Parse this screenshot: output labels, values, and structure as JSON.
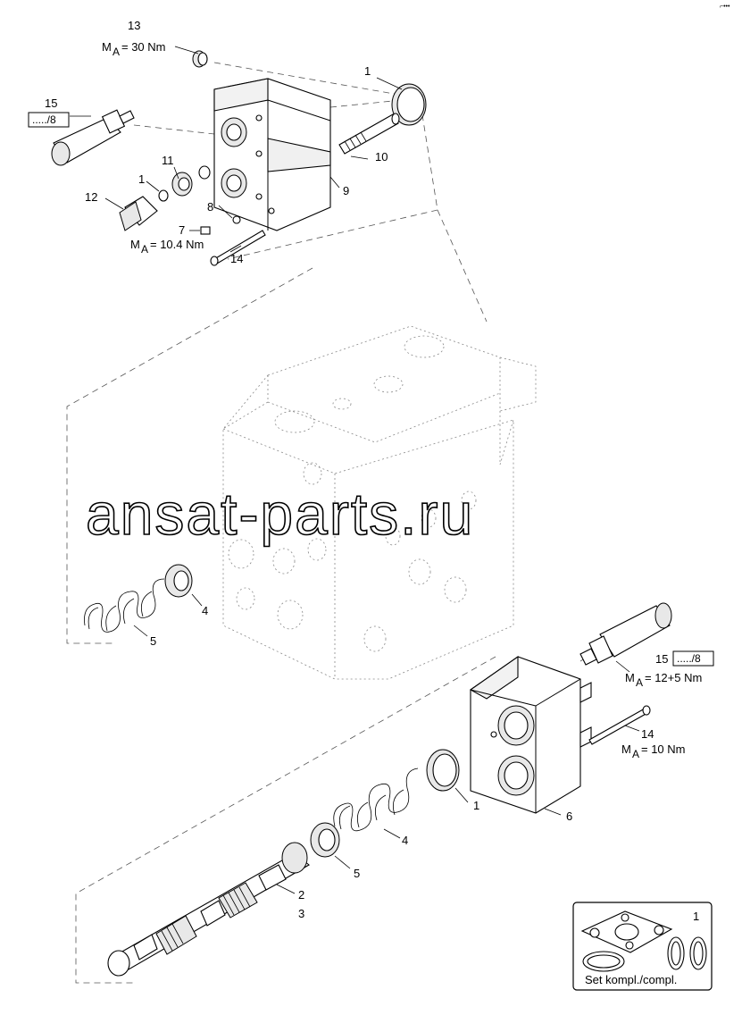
{
  "watermark": "ansat-parts.ru",
  "corner_mark": "⌐•••",
  "labels": {
    "top": {
      "n13": "13",
      "torque13_pre": "M",
      "torque13_sub": "A",
      "torque13_val": "= 30 Nm",
      "n15": "15",
      "ref15": "...../8",
      "n1": "1",
      "n11": "11",
      "n1b": "1",
      "n12": "12",
      "n8": "8",
      "n7": "7",
      "torque7_pre": "M",
      "torque7_sub": "A",
      "torque7_val": "= 10.4 Nm",
      "n14": "14",
      "n10": "10",
      "n9": "9"
    },
    "middle": {
      "n4": "4",
      "n5": "5"
    },
    "bottom": {
      "n15": "15",
      "ref15": "...../8",
      "torque15_pre": "M",
      "torque15_sub": "A",
      "torque15_val": "= 12+5 Nm",
      "n14": "14",
      "torque14_pre": "M",
      "torque14_sub": "A",
      "torque14_val": "= 10 Nm",
      "n1": "1",
      "n6": "6",
      "n4": "4",
      "n5": "5",
      "n2": "2",
      "n3": "3"
    }
  },
  "kit_box": {
    "number": "1",
    "caption": "Set kompl./compl."
  }
}
